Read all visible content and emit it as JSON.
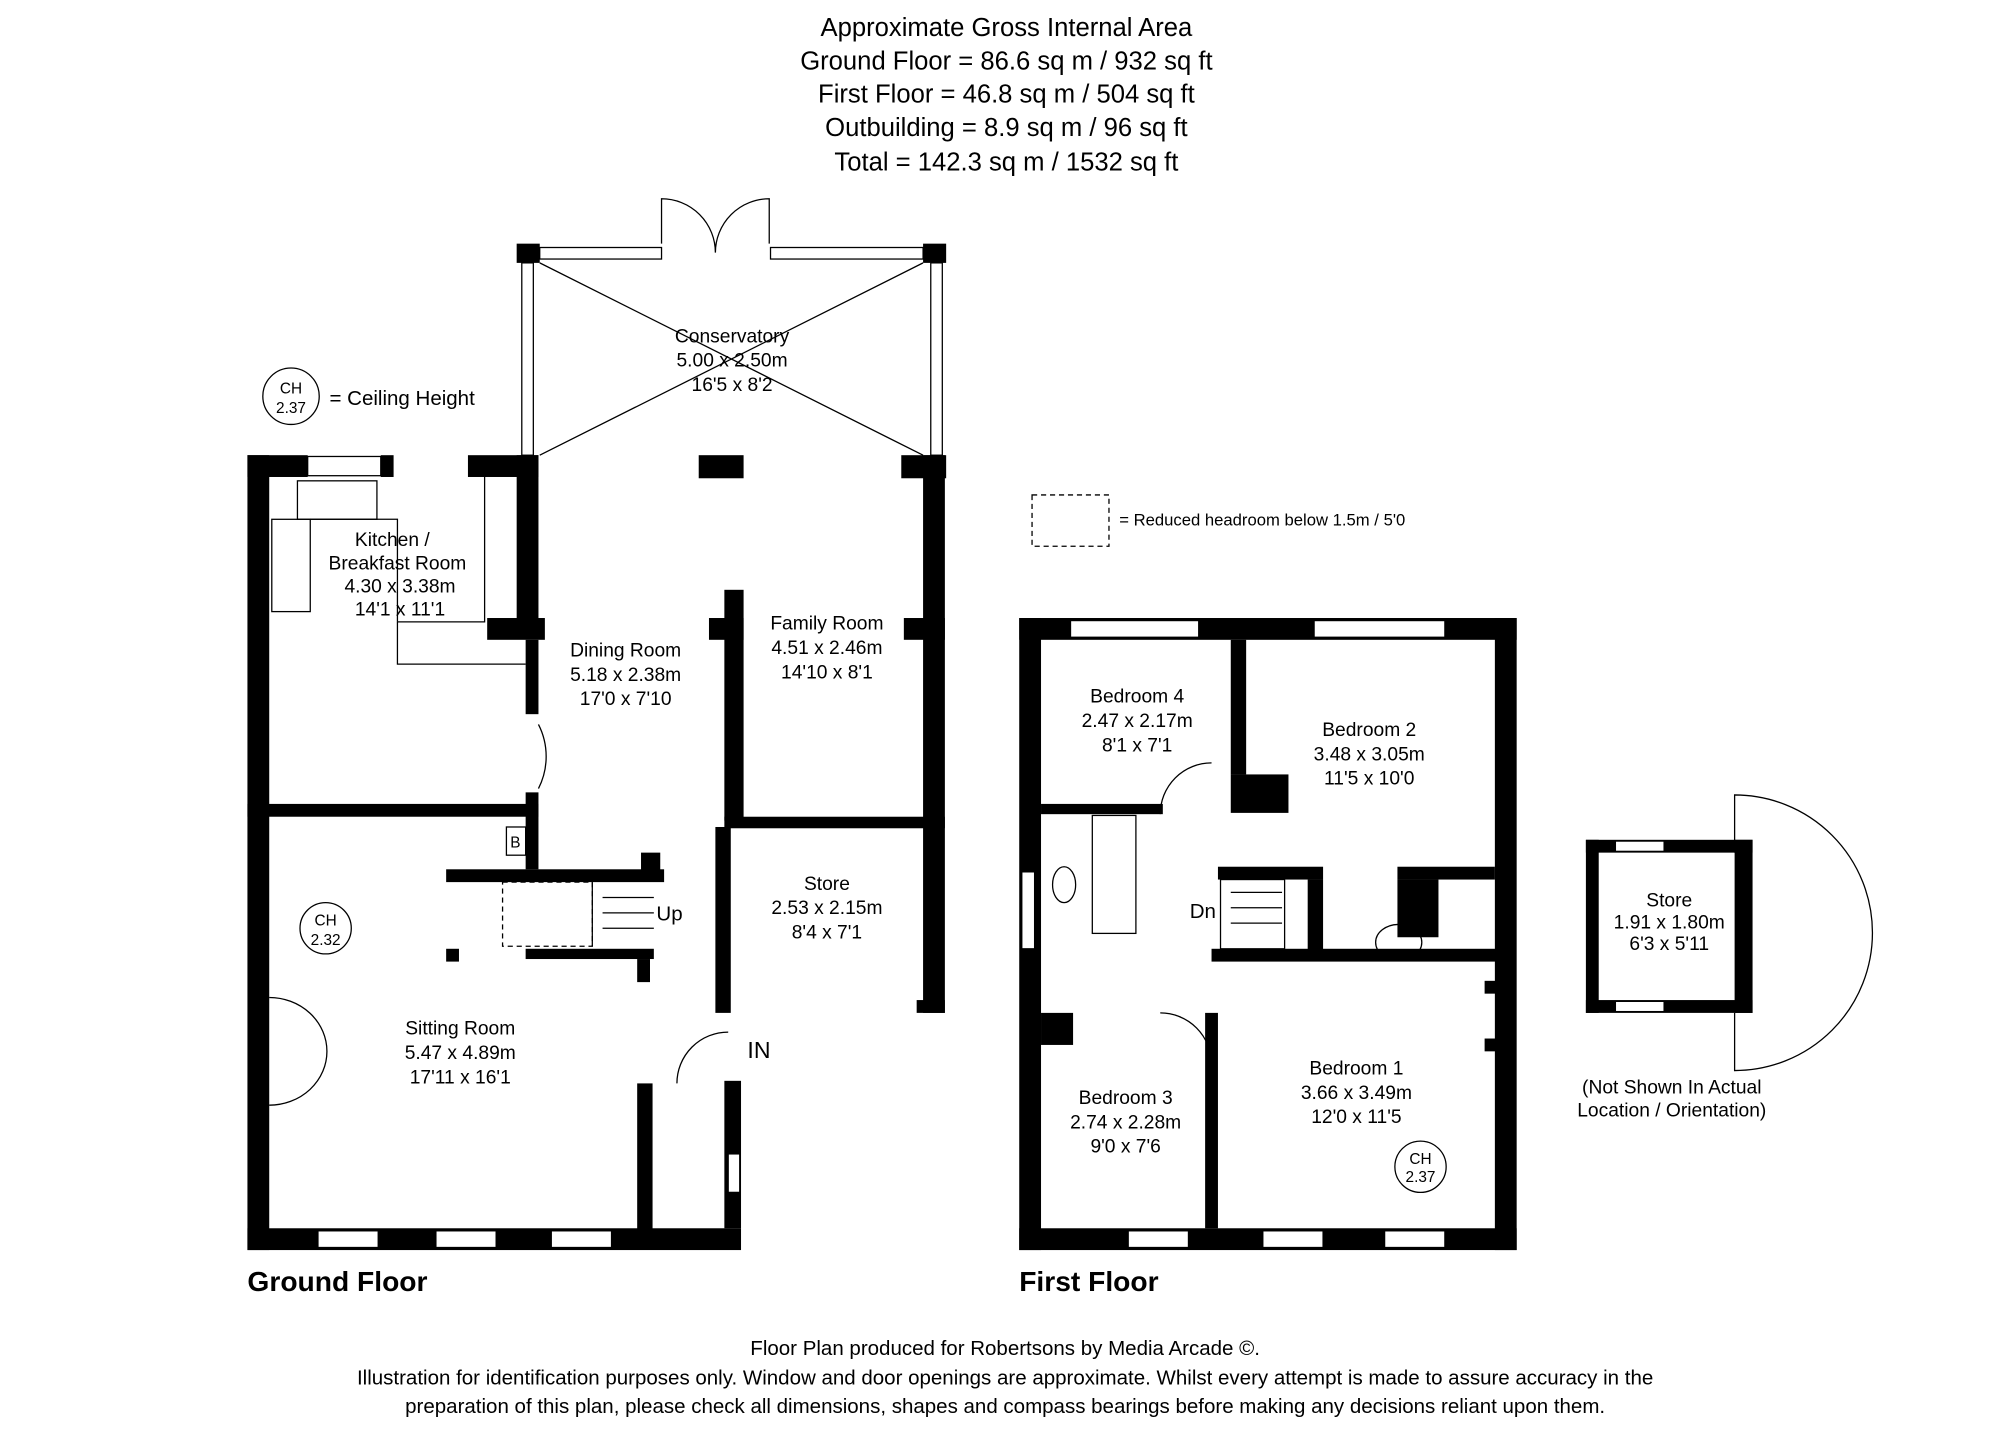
{
  "header": {
    "title": "Approximate Gross Internal Area",
    "lines": [
      "Ground Floor = 86.6 sq m / 932 sq ft",
      "First Floor = 46.8 sq m / 504 sq ft",
      "Outbuilding = 8.9 sq m / 96 sq ft",
      "Total = 142.3 sq m / 1532 sq ft"
    ]
  },
  "legend": {
    "ch_label": "CH",
    "ch_value": "2.37",
    "ch_text": "= Ceiling Height",
    "reduced_headroom": "= Reduced headroom below 1.5m / 5'0"
  },
  "ground_floor": {
    "title": "Ground Floor",
    "conservatory": {
      "name": "Conservatory",
      "metric": "5.00 x 2.50m",
      "imperial": "16'5 x 8'2"
    },
    "kitchen": {
      "name_line1": "Kitchen /",
      "name_line2": "Breakfast Room",
      "metric": "4.30 x 3.38m",
      "imperial": "14'1 x 11'1"
    },
    "dining": {
      "name": "Dining Room",
      "metric": "5.18 x 2.38m",
      "imperial": "17'0 x 7'10"
    },
    "family": {
      "name": "Family Room",
      "metric": "4.51 x 2.46m",
      "imperial": "14'10 x 8'1"
    },
    "store": {
      "name": "Store",
      "metric": "2.53 x 2.15m",
      "imperial": "8'4 x 7'1"
    },
    "sitting": {
      "name": "Sitting Room",
      "metric": "5.47 x 4.89m",
      "imperial": "17'11 x 16'1"
    },
    "ch_label": "CH",
    "ch_value": "2.32",
    "boiler": "B",
    "stairs_up": "Up",
    "entrance": "IN"
  },
  "first_floor": {
    "title": "First Floor",
    "bedroom4": {
      "name": "Bedroom 4",
      "metric": "2.47 x 2.17m",
      "imperial": "8'1 x 7'1"
    },
    "bedroom2": {
      "name": "Bedroom 2",
      "metric": "3.48 x 3.05m",
      "imperial": "11'5 x 10'0"
    },
    "bedroom3": {
      "name": "Bedroom 3",
      "metric": "2.74 x 2.28m",
      "imperial": "9'0 x 7'6"
    },
    "bedroom1": {
      "name": "Bedroom 1",
      "metric": "3.66 x 3.49m",
      "imperial": "12'0 x 11'5"
    },
    "ch_label": "CH",
    "ch_value": "2.37",
    "stairs_down": "Dn"
  },
  "outbuilding": {
    "name": "Store",
    "metric": "1.91 x 1.80m",
    "imperial": "6'3 x 5'11",
    "note_line1": "(Not Shown In Actual",
    "note_line2": "Location / Orientation)"
  },
  "footer": {
    "lines": [
      "Floor Plan produced for Robertsons by Media Arcade ©.",
      "Illustration for identification purposes only. Window and door openings are approximate. Whilst every attempt is made to assure accuracy in the",
      "preparation of this plan, please check all dimensions, shapes and compass bearings before making any decisions reliant upon them."
    ]
  }
}
